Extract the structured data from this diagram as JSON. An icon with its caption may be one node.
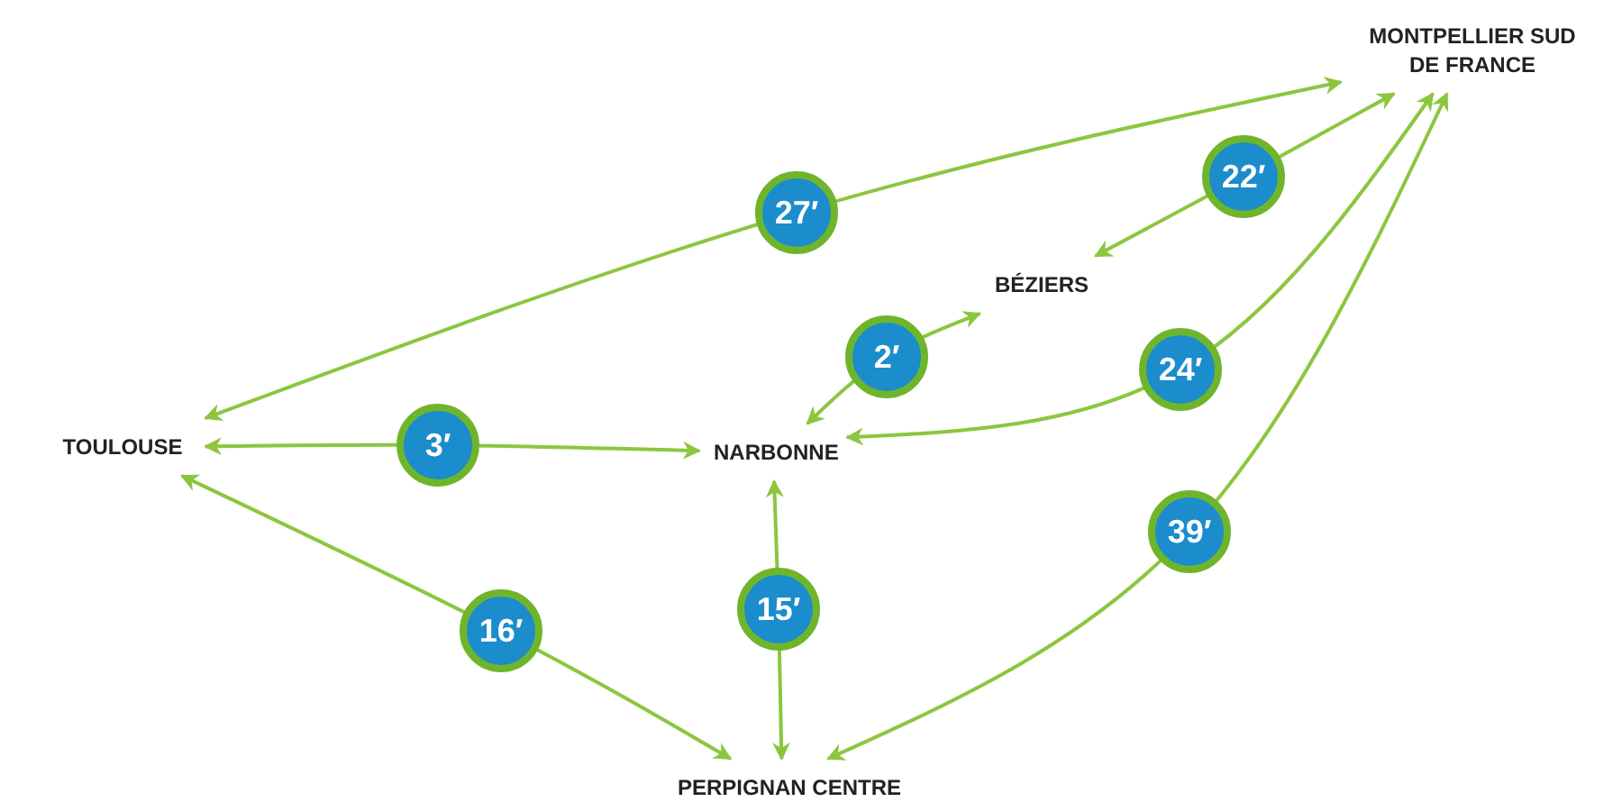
{
  "diagram": {
    "nodes": [
      {
        "text": [
          "MONTPELLIER SUD DE FRANCE"
        ]
      },
      {
        "text": [
          "BÉZIERS"
        ]
      },
      {
        "text": [
          "TOULOUSE"
        ]
      },
      {
        "text": [
          "NARBONNE"
        ]
      },
      {
        "text": [
          "PERPIGNAN CENTRE"
        ]
      }
    ],
    "edges": [
      {
        "from": 2,
        "to": 0,
        "arrow": "both",
        "label": "27′"
      },
      {
        "from": 1,
        "to": 0,
        "arrow": "both",
        "label": "22′"
      },
      {
        "from": 3,
        "to": 1,
        "arrow": "both",
        "label": "2′"
      },
      {
        "from": 3,
        "to": 0,
        "arrow": "both",
        "label": "24′"
      },
      {
        "from": 2,
        "to": 3,
        "arrow": "both",
        "label": "3′"
      },
      {
        "from": 2,
        "to": 4,
        "arrow": "both",
        "label": "16′"
      },
      {
        "from": 3,
        "to": 4,
        "arrow": "both",
        "label": "15′"
      },
      {
        "from": 4,
        "to": 0,
        "arrow": "both",
        "label": "39′"
      }
    ]
  }
}
